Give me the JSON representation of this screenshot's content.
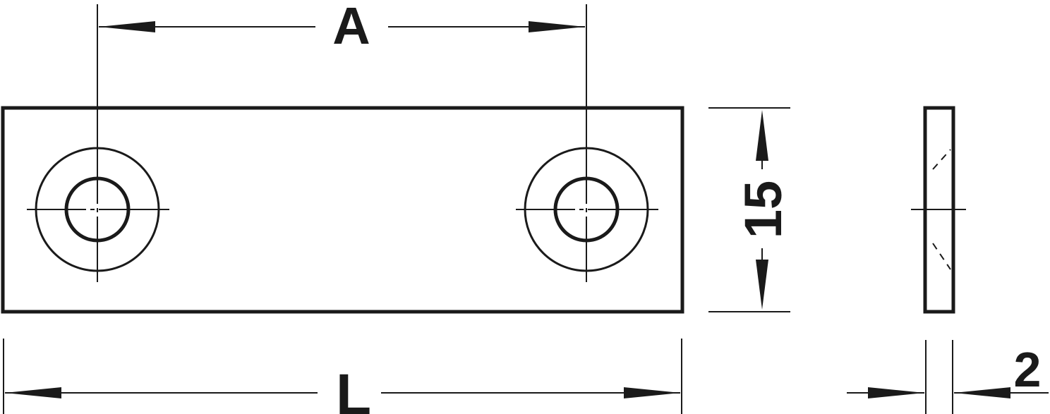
{
  "dimensions": {
    "hole_spacing": "A",
    "length": "L",
    "width": "15",
    "thickness": "2"
  },
  "colors": {
    "line": "#1a1a1a",
    "background": "#ffffff"
  }
}
